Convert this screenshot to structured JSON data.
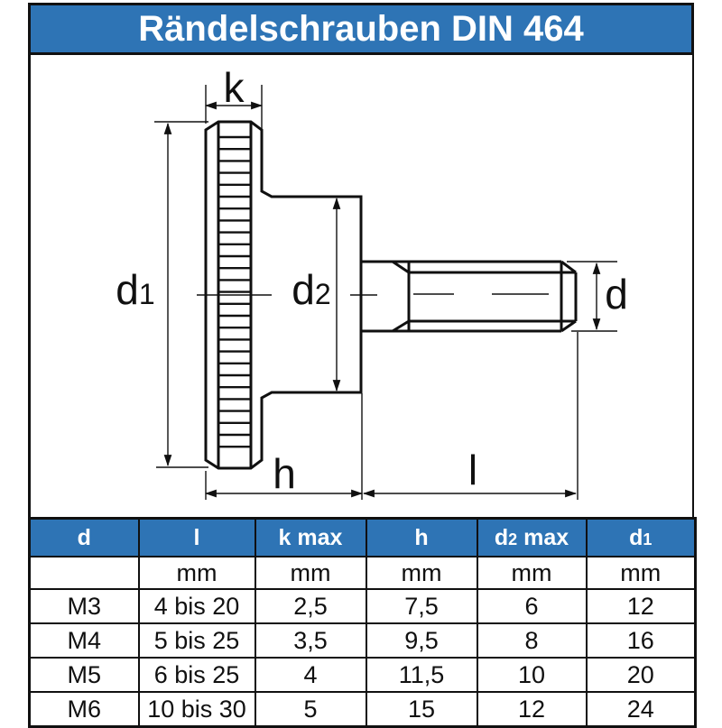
{
  "title": "Rändelschrauben DIN 464",
  "colors": {
    "accent_blue": "#2E74B5",
    "line_black": "#101010",
    "background": "#FFFFFF",
    "header_text": "#FFFFFF"
  },
  "drawing": {
    "description": "side view of knurled thumb screw with dimension arrows",
    "labels": {
      "k": "k",
      "d1": {
        "base": "d",
        "sub": "1"
      },
      "d2": {
        "base": "d",
        "sub": "2"
      },
      "d": "d",
      "h": "h",
      "l": "l"
    }
  },
  "table": {
    "headers": [
      {
        "base": "d",
        "sub": "",
        "suffix": ""
      },
      {
        "base": "l",
        "sub": "",
        "suffix": ""
      },
      {
        "base": "k",
        "sub": "",
        "suffix": " max"
      },
      {
        "base": "h",
        "sub": "",
        "suffix": ""
      },
      {
        "base": "d",
        "sub": "2",
        "suffix": " max"
      },
      {
        "base": "d",
        "sub": "1",
        "suffix": ""
      }
    ],
    "units_row": [
      "",
      "mm",
      "mm",
      "mm",
      "mm",
      "mm"
    ],
    "rows": [
      [
        "M3",
        "4 bis 20",
        "2,5",
        "7,5",
        "6",
        "12"
      ],
      [
        "M4",
        "5 bis 25",
        "3,5",
        "9,5",
        "8",
        "16"
      ],
      [
        "M5",
        "6 bis 25",
        "4",
        "11,5",
        "10",
        "20"
      ],
      [
        "M6",
        "10 bis 30",
        "5",
        "15",
        "12",
        "24"
      ]
    ]
  }
}
